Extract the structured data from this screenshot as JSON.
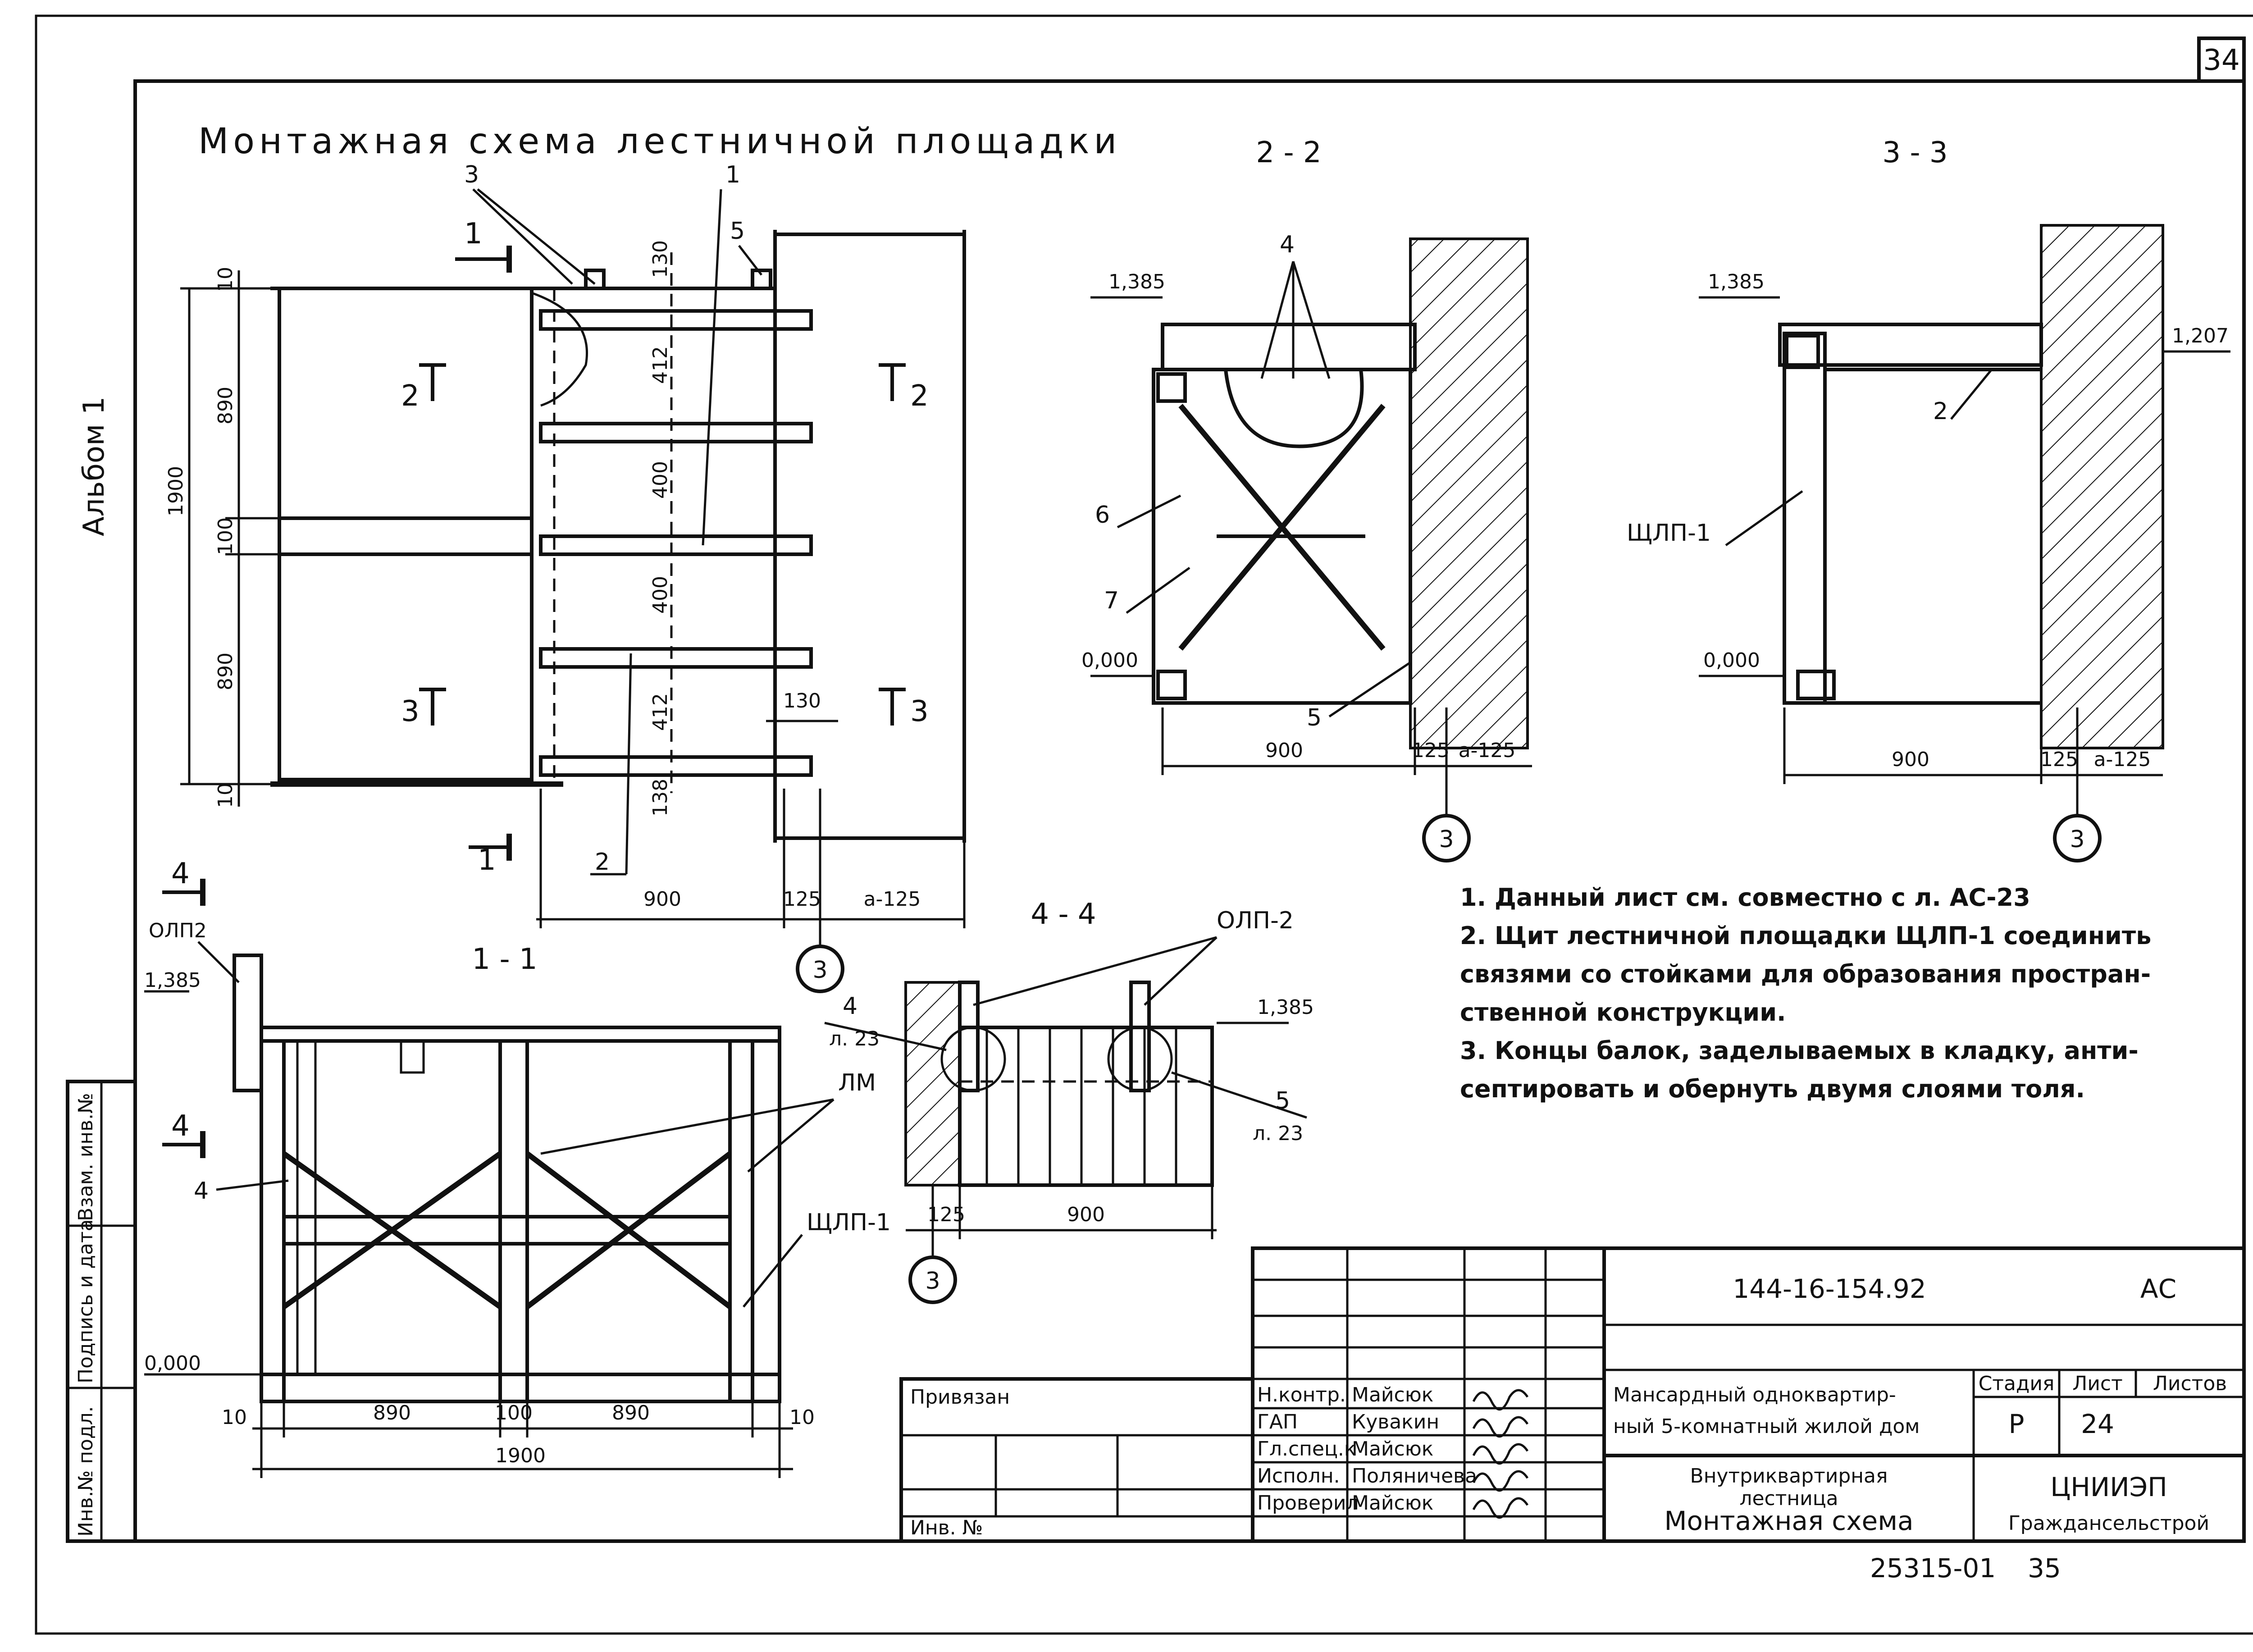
{
  "sheet": {
    "sheet_corner_number": "34",
    "album_label": "Альбом 1",
    "main_title": "Монтажная схема лестничной площадки",
    "bottom_code": "25315-01",
    "bottom_page": "35"
  },
  "plan": {
    "dims_vertical": [
      "10",
      "890",
      "100",
      "890",
      "10"
    ],
    "dim_total": "1900",
    "dims_mid": [
      "130",
      "412",
      "400",
      "400",
      "412",
      "138"
    ],
    "dim_right_small": "130",
    "dims_bottom": [
      "900",
      "125",
      "a-125"
    ],
    "callouts": [
      "3",
      "1",
      "5",
      "2"
    ],
    "section_marks": [
      "2",
      "2",
      "3",
      "3",
      "1",
      "1"
    ],
    "axis": "3"
  },
  "section_2_2": {
    "title": "2 - 2",
    "elev_top": "1,385",
    "elev_bottom": "0,000",
    "callouts": [
      "4",
      "6",
      "7",
      "5"
    ],
    "dims": [
      "900",
      "125",
      "a-125"
    ],
    "axis": "3"
  },
  "section_3_3": {
    "title": "3 - 3",
    "elev_top": "1,385",
    "elev_right": "1,207",
    "elev_bottom": "0,000",
    "callouts": [
      "2",
      "ЩЛП-1"
    ],
    "dims": [
      "900",
      "125",
      "a-125"
    ],
    "axis": "3"
  },
  "section_1_1": {
    "title": "1 - 1",
    "label_olp": "ОЛП2",
    "elev_top": "1,385",
    "elev_bottom": "0,000",
    "labels": [
      "ЛМ",
      "4",
      "ЩЛП-1"
    ],
    "section_mark": "4",
    "dims": [
      "10",
      "890",
      "100",
      "890",
      "10"
    ],
    "dim_total": "1900"
  },
  "section_4_4": {
    "title": "4 - 4",
    "label_olp": "ОЛП-2",
    "elev_top": "1,385",
    "ref_left_num": "4",
    "ref_left_sheet": "л. 23",
    "ref_right_num": "5",
    "ref_right_sheet": "л. 23",
    "dims": [
      "125",
      "900"
    ],
    "axis": "3"
  },
  "notes": [
    "1. Данный лист см. совместно с л. АС-23",
    "2. Щит лестничной площадки ЩЛП-1 соединить",
    "связями со стойками для образования простран-",
    "ственной конструкции.",
    "3. Концы балок, заделываемых в кладку, анти-",
    "септировать и обернуть двумя слоями толя."
  ],
  "title_block": {
    "doc_code": "144-16-154.92",
    "doc_mark": "АС",
    "privyazan": "Привязан",
    "inv": "Инв. №",
    "roles": [
      "Н.контр.",
      "ГАП",
      "Гл.спец.к",
      "Исполн.",
      "Проверил"
    ],
    "names": [
      "Майсюк",
      "Кувакин",
      "Майсюк",
      "Поляничева",
      "Майсюк"
    ],
    "project_line1": "Мансардный одноквартир-",
    "project_line2": "ный 5-комнатный жилой дом",
    "stage_header": "Стадия",
    "sheet_header": "Лист",
    "sheets_header": "Листов",
    "stage": "Р",
    "sheet_no": "24",
    "drawing_line1": "Внутриквартирная",
    "drawing_line2": "лестница",
    "drawing_line3": "Монтажная схема",
    "org_line1": "ЦНИИЭП",
    "org_line2": "Граждансельстрой"
  },
  "side_stamp": [
    "Инв.№ подл.",
    "Подпись и дата",
    "Взам. инв.№"
  ]
}
